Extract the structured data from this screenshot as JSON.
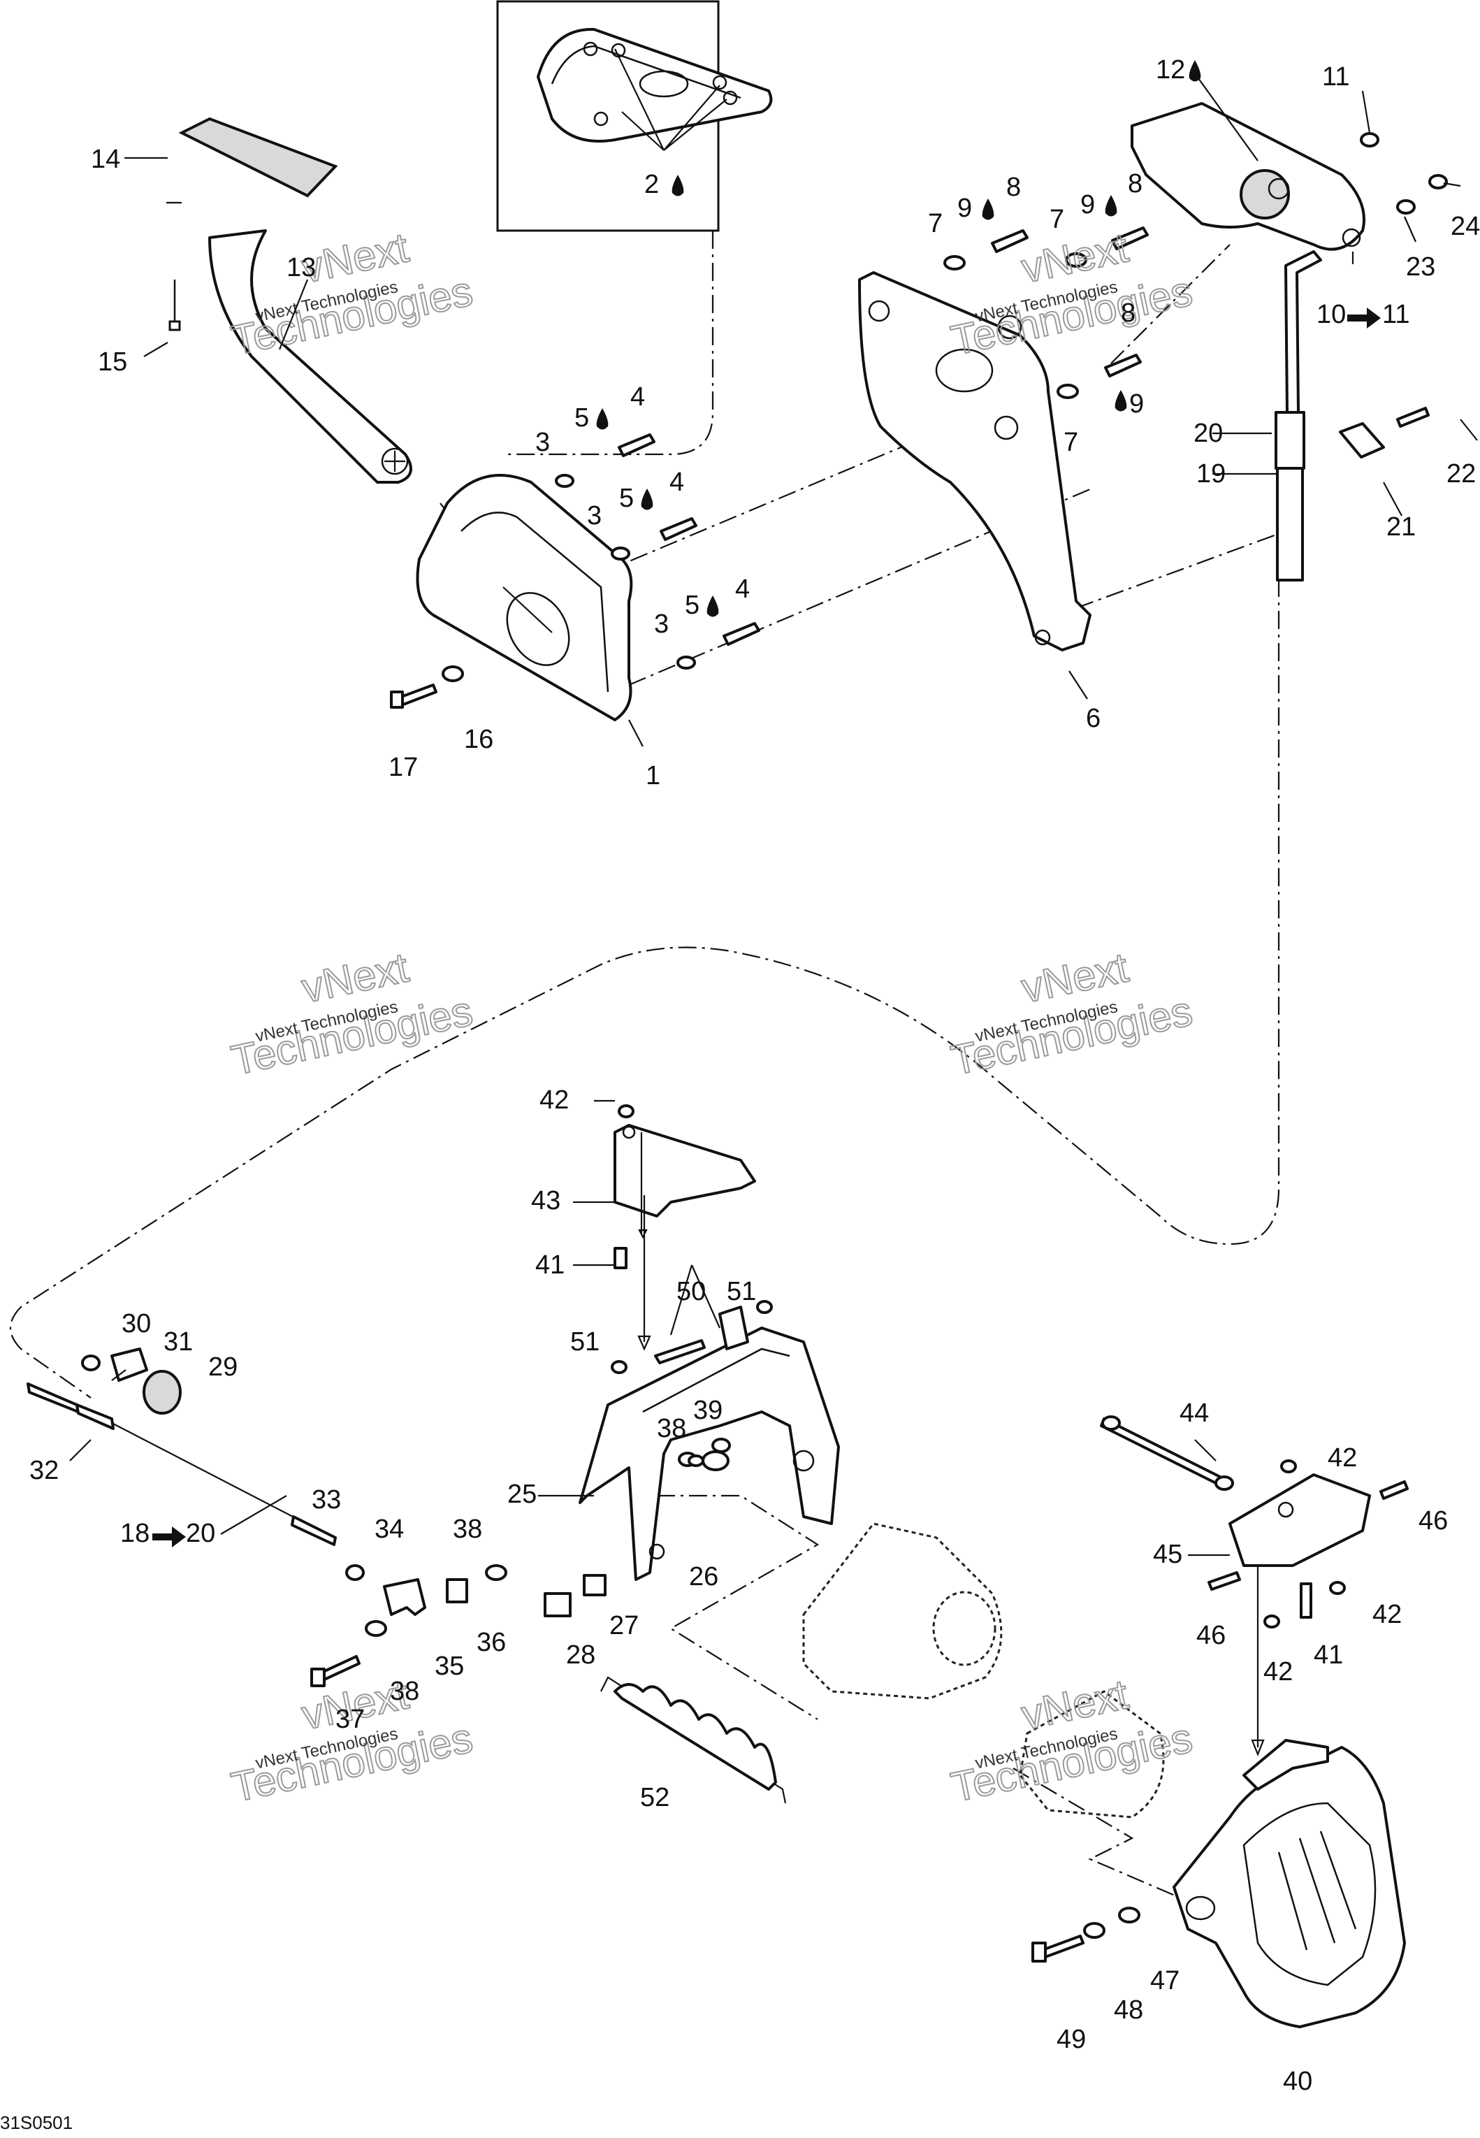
{
  "drawing_id": "31S0501",
  "watermark": {
    "company_line": "vNext Technologies",
    "big_word_1": "vNext",
    "big_word_2": "Technologies"
  },
  "callouts": {
    "c1": "1",
    "c2": "2",
    "c3a": "3",
    "c3b": "3",
    "c3c": "3",
    "c4a": "4",
    "c4b": "4",
    "c4c": "4",
    "c5a": "5",
    "c5b": "5",
    "c5c": "5",
    "c6": "6",
    "c7a": "7",
    "c7b": "7",
    "c7c": "7",
    "c8a": "8",
    "c8b": "8",
    "c8c": "8",
    "c9a": "9",
    "c9b": "9",
    "c9c": "9",
    "c10": "10",
    "c10to": "11",
    "c11": "11",
    "c12": "12",
    "c13": "13",
    "c14": "14",
    "c15": "15",
    "c16": "16",
    "c17": "17",
    "c18": "18",
    "c18to": "20",
    "c19": "19",
    "c20": "20",
    "c21": "21",
    "c22": "22",
    "c23": "23",
    "c24": "24",
    "c25": "25",
    "c26": "26",
    "c27": "27",
    "c28": "28",
    "c29": "29",
    "c30": "30",
    "c31": "31",
    "c32": "32",
    "c33": "33",
    "c34": "34",
    "c35": "35",
    "c36": "36",
    "c37": "37",
    "c38a": "38",
    "c38b": "38",
    "c38c": "38",
    "c39": "39",
    "c40": "40",
    "c41a": "41",
    "c41b": "41",
    "c42a": "42",
    "c42b": "42",
    "c42c": "42",
    "c42d": "42",
    "c43": "43",
    "c44": "44",
    "c45": "45",
    "c46a": "46",
    "c46b": "46",
    "c47": "47",
    "c48": "48",
    "c49": "49",
    "c50": "50",
    "c51a": "51",
    "c51b": "51",
    "c52": "52"
  },
  "icons": {
    "lubricant_drop": "drop-icon",
    "replacement_arrow": "arrow-right-icon"
  },
  "colors": {
    "line": "#111111",
    "background": "#ffffff",
    "watermark": "#9a9a9a"
  }
}
